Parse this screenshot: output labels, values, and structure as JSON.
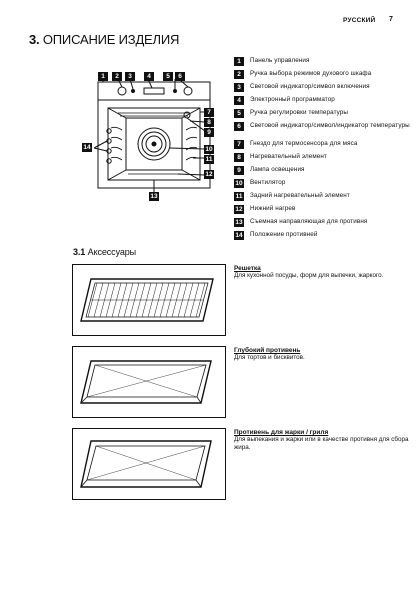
{
  "header": {
    "language": "РУССКИЙ",
    "page_number": "7"
  },
  "section": {
    "number": "3.",
    "title": "ОПИСАНИЕ ИЗДЕЛИЯ"
  },
  "legend": [
    {
      "num": "1",
      "text": "Панель управления"
    },
    {
      "num": "2",
      "text": "Ручка выбора режимов духового шкафа"
    },
    {
      "num": "3",
      "text": "Световой индикатор/символ включения"
    },
    {
      "num": "4",
      "text": "Электронный программатор"
    },
    {
      "num": "5",
      "text": "Ручка регулировки температуры"
    },
    {
      "num": "6",
      "text": "Световой индикатор/символ/индикатор температуры"
    },
    {
      "num": "7",
      "text": "Гнездо для термосенсора для мяса"
    },
    {
      "num": "8",
      "text": "Нагревательный элемент"
    },
    {
      "num": "9",
      "text": "Лампа освещения"
    },
    {
      "num": "10",
      "text": "Вентилятор"
    },
    {
      "num": "11",
      "text": "Задний нагревательный элемент"
    },
    {
      "num": "12",
      "text": "Нижний нагрев"
    },
    {
      "num": "13",
      "text": "Съемная направляющая для противня"
    },
    {
      "num": "14",
      "text": "Положение противней"
    }
  ],
  "callouts": {
    "top": [
      "1",
      "2",
      "3",
      "4",
      "5",
      "6"
    ],
    "right": [
      "7",
      "8",
      "9",
      "10",
      "11",
      "12"
    ],
    "bottom": "13",
    "left": "14"
  },
  "subsection": {
    "number": "3.1",
    "title": "Аксессуары"
  },
  "accessories": [
    {
      "name": "Решетка",
      "description": "Для кухонной посуды, форм для выпечки, жаркого."
    },
    {
      "name": "Глубокий противень",
      "description": "Для тортов и бисквитов."
    },
    {
      "name": "Противень для жарки / гриля",
      "description": "Для выпекания и жарки или в качестве противня для сбора жира."
    }
  ]
}
